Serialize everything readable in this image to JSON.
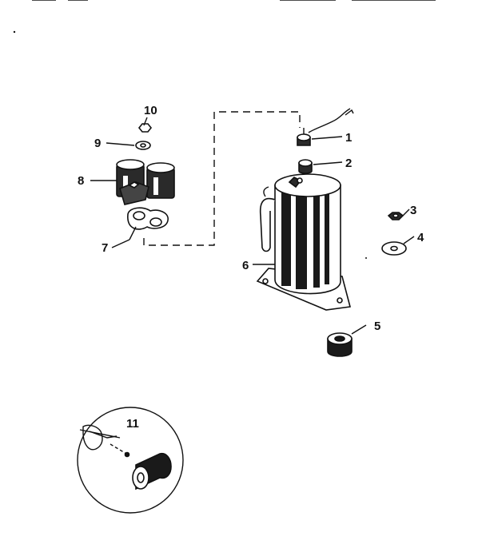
{
  "callouts": [
    {
      "id": "1",
      "text": "1"
    },
    {
      "id": "2",
      "text": "2"
    },
    {
      "id": "3",
      "text": "3"
    },
    {
      "id": "4",
      "text": "4"
    },
    {
      "id": "5",
      "text": "5"
    },
    {
      "id": "6",
      "text": "6"
    },
    {
      "id": "7",
      "text": "7"
    },
    {
      "id": "8",
      "text": "8"
    },
    {
      "id": "9",
      "text": "9"
    },
    {
      "id": "10",
      "text": "10"
    },
    {
      "id": "11",
      "text": "11"
    }
  ],
  "colors": {
    "ink": "#111111",
    "paper": "#ffffff"
  }
}
